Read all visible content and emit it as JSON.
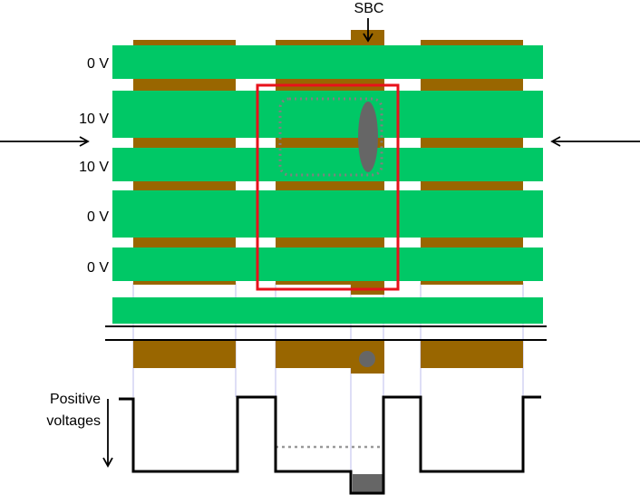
{
  "colors": {
    "gate_green": "#00c866",
    "channel_brown": "#996600",
    "highlight_red": "#e8111b",
    "grey": "#666666",
    "guide_lavender": "#c8c8f0"
  },
  "labels": {
    "sbc": "SBC",
    "voltages": [
      "0 V",
      "10 V",
      "10 V",
      "0 V",
      "0 V"
    ],
    "axis_line1": "Positive",
    "axis_line2": "voltages"
  },
  "icons": [
    "arrow-left-icon",
    "arrow-right-icon",
    "arrow-down-icon"
  ]
}
